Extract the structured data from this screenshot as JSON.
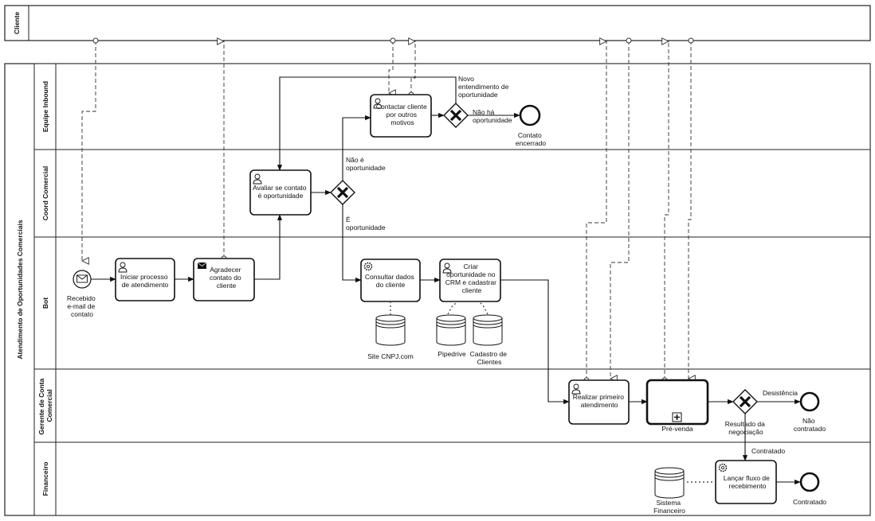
{
  "pools": {
    "cliente": "Cliente",
    "atendimento": "Atendimento de Oportunidades Comerciais"
  },
  "lanes": {
    "inbound": "Equipe Inbound",
    "coord": "Coord Comercial",
    "bot": "Bot",
    "gerente": [
      "Gerente de Conta",
      "Comercial"
    ],
    "financeiro": "Financeiro"
  },
  "events": {
    "start": [
      "Recebido",
      "e-mail de",
      "contato"
    ],
    "end_inbound": [
      "Contato",
      "encerrado"
    ],
    "end_nao_contratado": [
      "Não",
      "contratado"
    ],
    "end_contratado": "Contratado"
  },
  "tasks": {
    "iniciar": [
      "Iniciar processo",
      "de atendimento"
    ],
    "agradecer": [
      "Agradecer",
      "contato do",
      "cliente"
    ],
    "avaliar": [
      "Avaliar se contato",
      "é oportunidade"
    ],
    "contactar": [
      "Contactar cliente",
      "por outros",
      "motivos"
    ],
    "consultar": [
      "Consultar dados",
      "do cliente"
    ],
    "criar": [
      "Criar",
      "oportunidade no",
      "CRM e cadastrar",
      "cliente"
    ],
    "realizar": [
      "Realizar primeiro",
      "atendimento"
    ],
    "prevenda": "Pré-venda",
    "lancar": [
      "Lançar fluxo de",
      "recebimento"
    ]
  },
  "gateways": {
    "resultado": [
      "Resultado da",
      "negociação"
    ]
  },
  "flow_labels": {
    "novo": [
      "Novo",
      "entendimento de",
      "oportunidade"
    ],
    "nao_ha": [
      "Não há",
      "oportunidade"
    ],
    "nao_e": [
      "Não é",
      "oportunidade"
    ],
    "e_op": [
      "É",
      "oportunidade"
    ],
    "desistencia": "Desistência",
    "contratado": "Contratado"
  },
  "datastores": {
    "cnpj": "Site CNPJ.com",
    "pipedrive": "Pipedrive",
    "cadastro": [
      "Cadastro de",
      "Clientes"
    ],
    "financeiro": [
      "Sistema",
      "Financeiro"
    ]
  }
}
